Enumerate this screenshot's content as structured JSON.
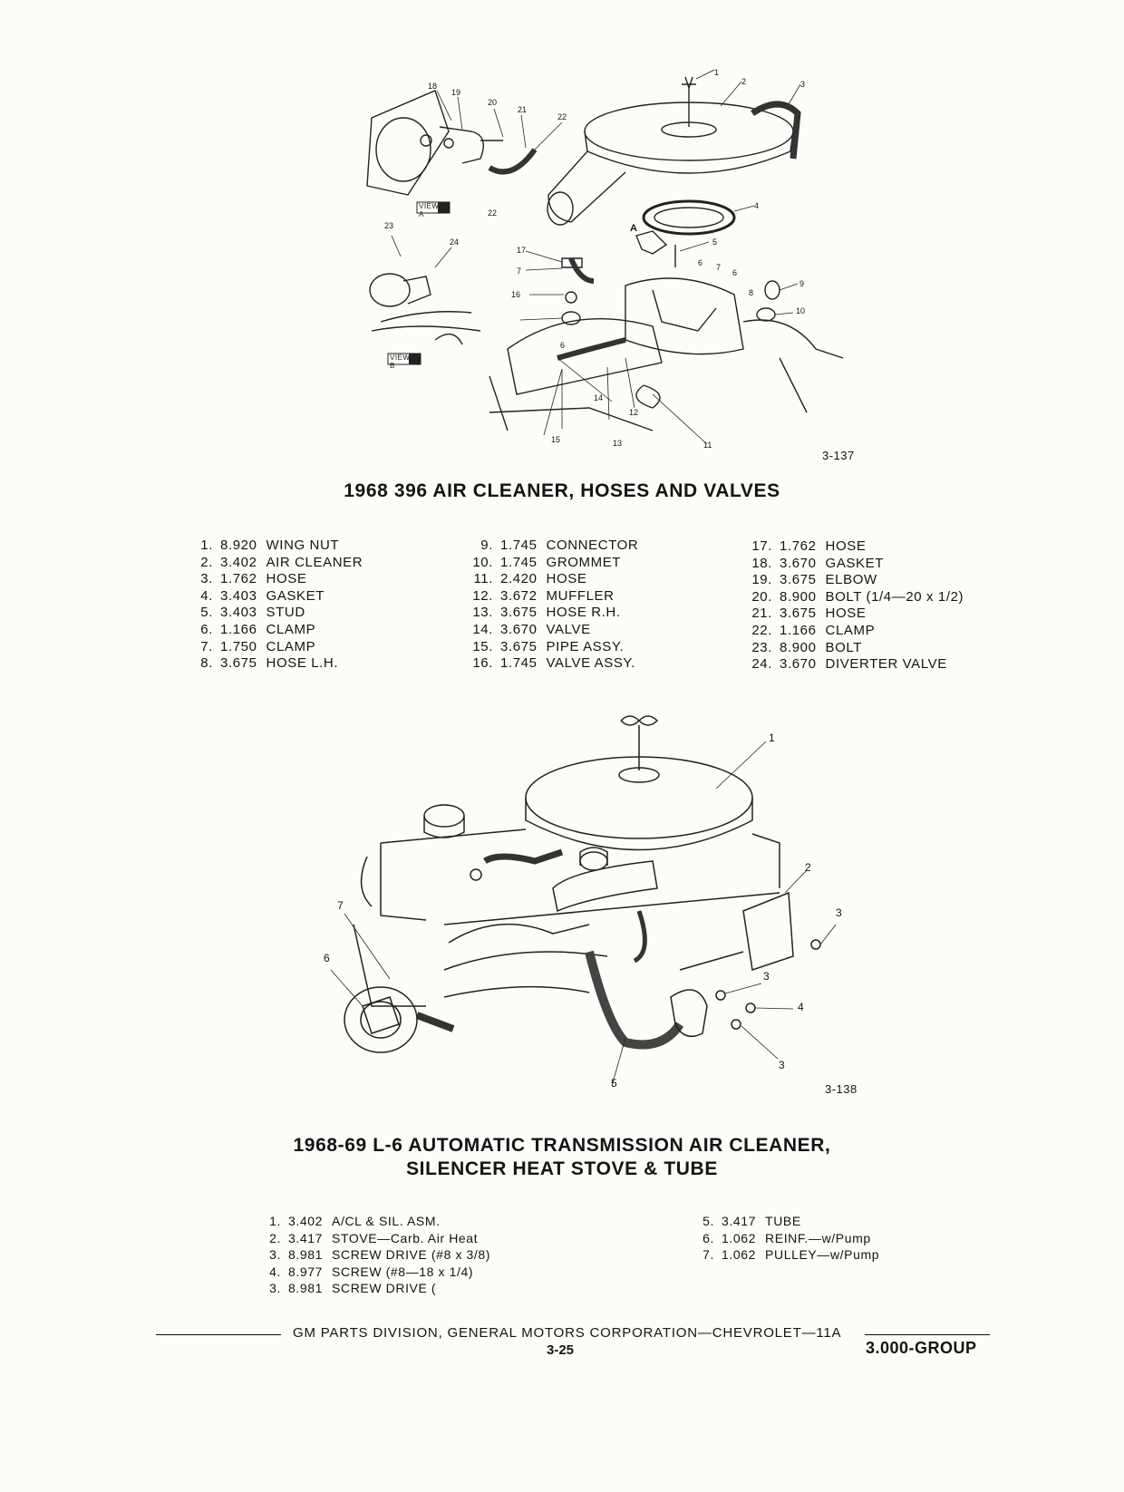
{
  "figure_a": {
    "fig_number": "3-137",
    "title": "1968 396 AIR CLEANER, HOSES AND VALVES",
    "view_labels": [
      "VIEW A",
      "VIEW B"
    ],
    "callouts": [
      "1",
      "2",
      "3",
      "4",
      "5",
      "6",
      "7",
      "8",
      "9",
      "10",
      "11",
      "12",
      "13",
      "14",
      "15",
      "16",
      "17",
      "18",
      "19",
      "20",
      "21",
      "22",
      "22",
      "23",
      "24",
      "6",
      "6",
      "7",
      "A"
    ],
    "parts_columns": [
      [
        {
          "num": "1.",
          "part": "8.920",
          "desc": "WING NUT"
        },
        {
          "num": "2.",
          "part": "3.402",
          "desc": "AIR CLEANER"
        },
        {
          "num": "3.",
          "part": "1.762",
          "desc": "HOSE"
        },
        {
          "num": "4.",
          "part": "3.403",
          "desc": "GASKET"
        },
        {
          "num": "5.",
          "part": "3.403",
          "desc": "STUD"
        },
        {
          "num": "6.",
          "part": "1.166",
          "desc": "CLAMP"
        },
        {
          "num": "7.",
          "part": "1.750",
          "desc": "CLAMP"
        },
        {
          "num": "8.",
          "part": "3.675",
          "desc": "HOSE L.H."
        }
      ],
      [
        {
          "num": "9.",
          "part": "1.745",
          "desc": "CONNECTOR"
        },
        {
          "num": "10.",
          "part": "1.745",
          "desc": "GROMMET"
        },
        {
          "num": "11.",
          "part": "2.420",
          "desc": "HOSE"
        },
        {
          "num": "12.",
          "part": "3.672",
          "desc": "MUFFLER"
        },
        {
          "num": "13.",
          "part": "3.675",
          "desc": "HOSE R.H."
        },
        {
          "num": "14.",
          "part": "3.670",
          "desc": "VALVE"
        },
        {
          "num": "15.",
          "part": "3.675",
          "desc": "PIPE ASSY."
        },
        {
          "num": "16.",
          "part": "1.745",
          "desc": "VALVE ASSY."
        }
      ],
      [
        {
          "num": "17.",
          "part": "1.762",
          "desc": "HOSE"
        },
        {
          "num": "18.",
          "part": "3.670",
          "desc": "GASKET"
        },
        {
          "num": "19.",
          "part": "3.675",
          "desc": "ELBOW"
        },
        {
          "num": "20.",
          "part": "8.900",
          "desc": "BOLT (1/4—20 x 1/2)"
        },
        {
          "num": "21.",
          "part": "3.675",
          "desc": "HOSE"
        },
        {
          "num": "22.",
          "part": "1.166",
          "desc": "CLAMP"
        },
        {
          "num": "23.",
          "part": "8.900",
          "desc": "BOLT"
        },
        {
          "num": "24.",
          "part": "3.670",
          "desc": "DIVERTER VALVE"
        }
      ]
    ]
  },
  "figure_b": {
    "fig_number": "3-138",
    "title_line1": "1968-69 L-6 AUTOMATIC TRANSMISSION AIR CLEANER,",
    "title_line2": "SILENCER HEAT STOVE & TUBE",
    "callouts": [
      "1",
      "2",
      "3",
      "3",
      "3",
      "4",
      "5",
      "6",
      "7"
    ],
    "parts_columns": [
      [
        {
          "num": "1.",
          "part": "3.402",
          "desc": "A/CL & SIL. ASM."
        },
        {
          "num": "2.",
          "part": "3.417",
          "desc": "STOVE—Carb. Air Heat"
        },
        {
          "num": "3.",
          "part": "8.981",
          "desc": "SCREW DRIVE (#8 x 3/8)"
        },
        {
          "num": "4.",
          "part": "8.977",
          "desc": "SCREW (#8—18 x 1/4)"
        },
        {
          "num": "3.",
          "part": "8.981",
          "desc": "SCREW DRIVE ("
        }
      ],
      [
        {
          "num": "5.",
          "part": "3.417",
          "desc": "TUBE"
        },
        {
          "num": "6.",
          "part": "1.062",
          "desc": "REINF.—w/Pump"
        },
        {
          "num": "7.",
          "part": "1.062",
          "desc": "PULLEY—w/Pump"
        }
      ]
    ]
  },
  "footer": {
    "text": "GM PARTS DIVISION, GENERAL MOTORS CORPORATION—CHEVROLET—11A",
    "page": "3-25",
    "group": "3.000-GROUP"
  }
}
